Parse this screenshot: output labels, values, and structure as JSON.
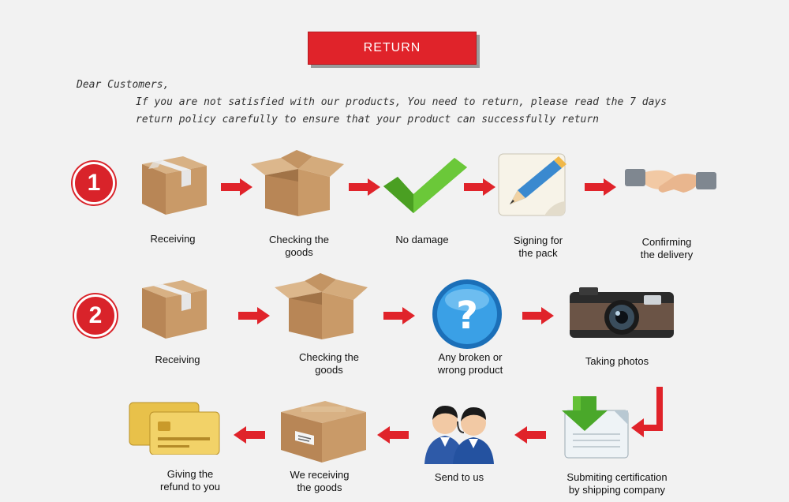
{
  "header": {
    "title": "RETURN"
  },
  "intro": {
    "greeting": "Dear Customers,",
    "line1": "If you are not satisfied with our products, You need to return, please read the 7 days",
    "line2": "return policy carefully to ensure that your product can successfully return"
  },
  "row1": {
    "number": "1",
    "steps": [
      {
        "icon": "taped-box-icon",
        "line1": "Receiving",
        "line2": ""
      },
      {
        "icon": "open-box-icon",
        "line1": "Checking the",
        "line2": "goods"
      },
      {
        "icon": "check-mark-icon",
        "line1": "No damage",
        "line2": ""
      },
      {
        "icon": "pencil-note-icon",
        "line1": "Signing for",
        "line2": "the pack"
      },
      {
        "icon": "handshake-icon",
        "line1": "Confirming",
        "line2": "the delivery"
      }
    ]
  },
  "row2": {
    "number": "2",
    "steps": [
      {
        "icon": "taped-box-icon",
        "line1": "Receiving",
        "line2": ""
      },
      {
        "icon": "open-box-icon",
        "line1": "Checking the",
        "line2": "goods"
      },
      {
        "icon": "question-mark-icon",
        "line1": "Any broken or",
        "line2": "wrong product"
      },
      {
        "icon": "camera-icon",
        "line1": "Taking photos",
        "line2": ""
      }
    ]
  },
  "row3": {
    "steps": [
      {
        "icon": "credit-cards-icon",
        "line1": "Giving the",
        "line2": "refund to you"
      },
      {
        "icon": "closed-box-icon",
        "line1": "We receiving",
        "line2": "the goods"
      },
      {
        "icon": "support-agents-icon",
        "line1": "Send to us",
        "line2": ""
      },
      {
        "icon": "download-document-icon",
        "line1": "Submiting certification",
        "line2": "by shipping company"
      }
    ]
  },
  "colors": {
    "accent": "#e0232a",
    "background": "#f2f2f2",
    "box": "#c49a6c",
    "check": "#5cb82e"
  }
}
